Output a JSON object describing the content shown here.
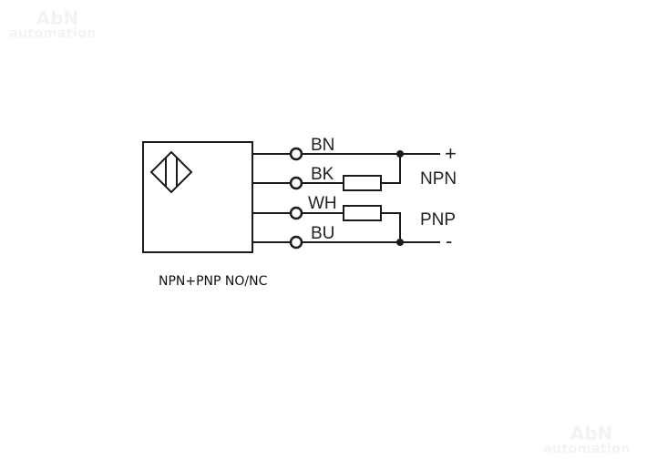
{
  "watermarks": [
    {
      "line1": "AbN",
      "line2": "automation"
    },
    {
      "line1": "AbN",
      "line2": "automation"
    }
  ],
  "diagram": {
    "sensor_symbol": "inductive-sensor-diamond",
    "wires": [
      {
        "label": "BN",
        "color": "brown"
      },
      {
        "label": "BK",
        "color": "black"
      },
      {
        "label": "WH",
        "color": "white"
      },
      {
        "label": "BU",
        "color": "blue"
      }
    ],
    "terminals": {
      "positive": "+",
      "negative": "-"
    },
    "output_labels": {
      "npn": "NPN",
      "pnp": "PNP"
    },
    "line_color": "#1a1a1a"
  },
  "caption": "NPN+PNP NO/NC"
}
